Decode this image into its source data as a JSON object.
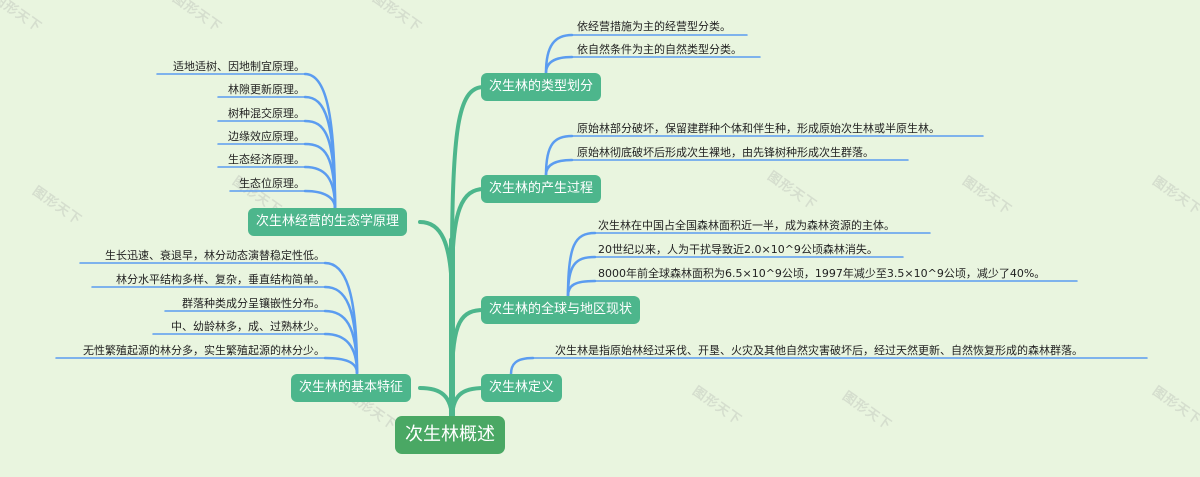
{
  "root": {
    "label": "次生林概述"
  },
  "watermark": "图形天下",
  "colors": {
    "background": "#e9f5df",
    "branch_node": "#4db68c",
    "root_node": "#4aa864",
    "main_line": "#4db68c",
    "leaf_line": "#5b9cf0"
  },
  "right_branches": [
    {
      "label": "次生林的类型划分",
      "items": [
        "依经营措施为主的经营型分类。",
        "依自然条件为主的自然类型分类。"
      ]
    },
    {
      "label": "次生林的产生过程",
      "items": [
        "原始林部分破坏，保留建群种个体和伴生种，形成原始次生林或半原生林。",
        "原始林彻底破坏后形成次生裸地，由先锋树种形成次生群落。"
      ]
    },
    {
      "label": "次生林的全球与地区现状",
      "items": [
        "次生林在中国占全国森林面积近一半，成为森林资源的主体。",
        "20世纪以来，人为干扰导致近2.0×10^9公顷森林消失。",
        "8000年前全球森林面积为6.5×10^9公顷，1997年减少至3.5×10^9公顷，减少了40%。"
      ]
    },
    {
      "label": "次生林定义",
      "items": [
        "次生林是指原始林经过采伐、开垦、火灾及其他自然灾害破坏后，经过天然更新、自然恢复形成的森林群落。"
      ]
    }
  ],
  "left_branches": [
    {
      "label": "次生林经营的生态学原理",
      "items": [
        "适地适树、因地制宜原理。",
        "林隙更新原理。",
        "树种混交原理。",
        "边缘效应原理。",
        "生态经济原理。",
        "生态位原理。"
      ]
    },
    {
      "label": "次生林的基本特征",
      "items": [
        "生长迅速、衰退早，林分动态演替稳定性低。",
        "林分水平结构多样、复杂，垂直结构简单。",
        "群落种类成分呈镶嵌性分布。",
        "中、幼龄林多，成、过熟林少。",
        "无性繁殖起源的林分多，实生繁殖起源的林分少。"
      ]
    }
  ]
}
